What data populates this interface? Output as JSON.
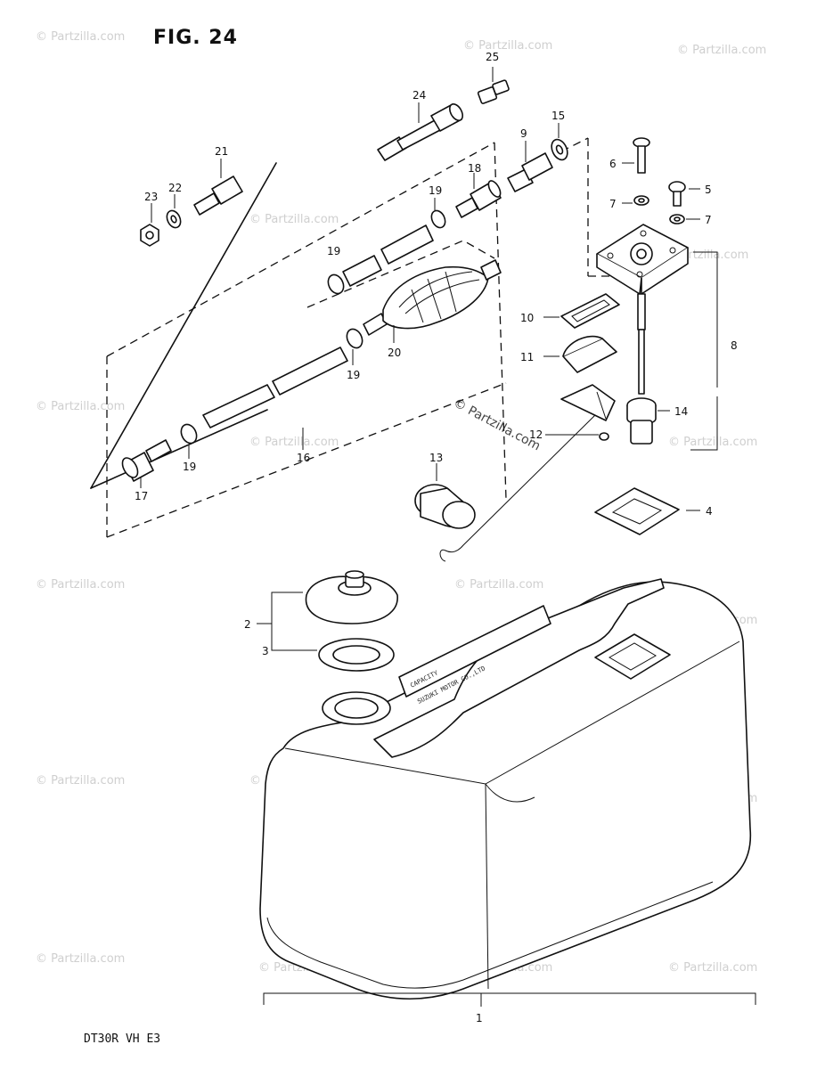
{
  "figure_title": "FIG. 24",
  "model_code": "DT30R VH E3",
  "watermark": {
    "text": "© Partzilla.com",
    "brand": "© Partzilla.com"
  },
  "tank_text": {
    "line1": "CAPACITY",
    "line2": "SUZUKI MOTOR CO.,LTD"
  },
  "callouts": [
    {
      "id": "p1",
      "label": "1"
    },
    {
      "id": "p2",
      "label": "2"
    },
    {
      "id": "p3",
      "label": "3"
    },
    {
      "id": "p4",
      "label": "4"
    },
    {
      "id": "p5",
      "label": "5"
    },
    {
      "id": "p6",
      "label": "6"
    },
    {
      "id": "p7a",
      "label": "7"
    },
    {
      "id": "p7b",
      "label": "7"
    },
    {
      "id": "p8",
      "label": "8"
    },
    {
      "id": "p9",
      "label": "9"
    },
    {
      "id": "p10",
      "label": "10"
    },
    {
      "id": "p11",
      "label": "11"
    },
    {
      "id": "p12",
      "label": "12"
    },
    {
      "id": "p13",
      "label": "13"
    },
    {
      "id": "p14",
      "label": "14"
    },
    {
      "id": "p15",
      "label": "15"
    },
    {
      "id": "p16",
      "label": "16"
    },
    {
      "id": "p17",
      "label": "17"
    },
    {
      "id": "p18",
      "label": "18"
    },
    {
      "id": "p19a",
      "label": "19"
    },
    {
      "id": "p19b",
      "label": "19"
    },
    {
      "id": "p19c",
      "label": "19"
    },
    {
      "id": "p19d",
      "label": "19"
    },
    {
      "id": "p20",
      "label": "20"
    },
    {
      "id": "p21",
      "label": "21"
    },
    {
      "id": "p22",
      "label": "22"
    },
    {
      "id": "p23",
      "label": "23"
    },
    {
      "id": "p24",
      "label": "24"
    },
    {
      "id": "p25",
      "label": "25"
    }
  ],
  "colors": {
    "ink": "#111111",
    "background": "#ffffff",
    "watermark": "#cfcfcf"
  }
}
